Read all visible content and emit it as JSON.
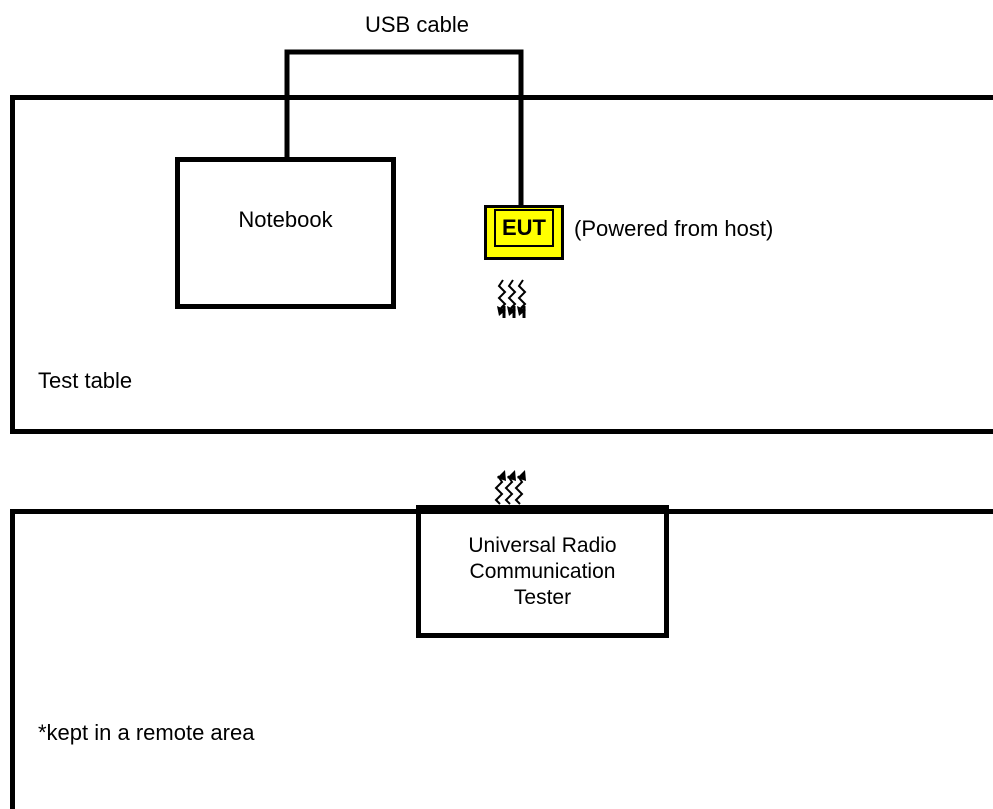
{
  "labels": {
    "usb_cable": "USB cable",
    "notebook": "Notebook",
    "eut": "EUT",
    "powered": "(Powered from host)",
    "test_table": "Test table",
    "tester": "Universal Radio\nCommunication\nTester",
    "remote": "*kept in a remote area"
  },
  "colors": {
    "eut_fill": "#ffff00",
    "line": "#000000"
  },
  "icons": {
    "eut_signal": "radio-waves-down-icon",
    "tester_signal": "radio-waves-up-icon"
  }
}
